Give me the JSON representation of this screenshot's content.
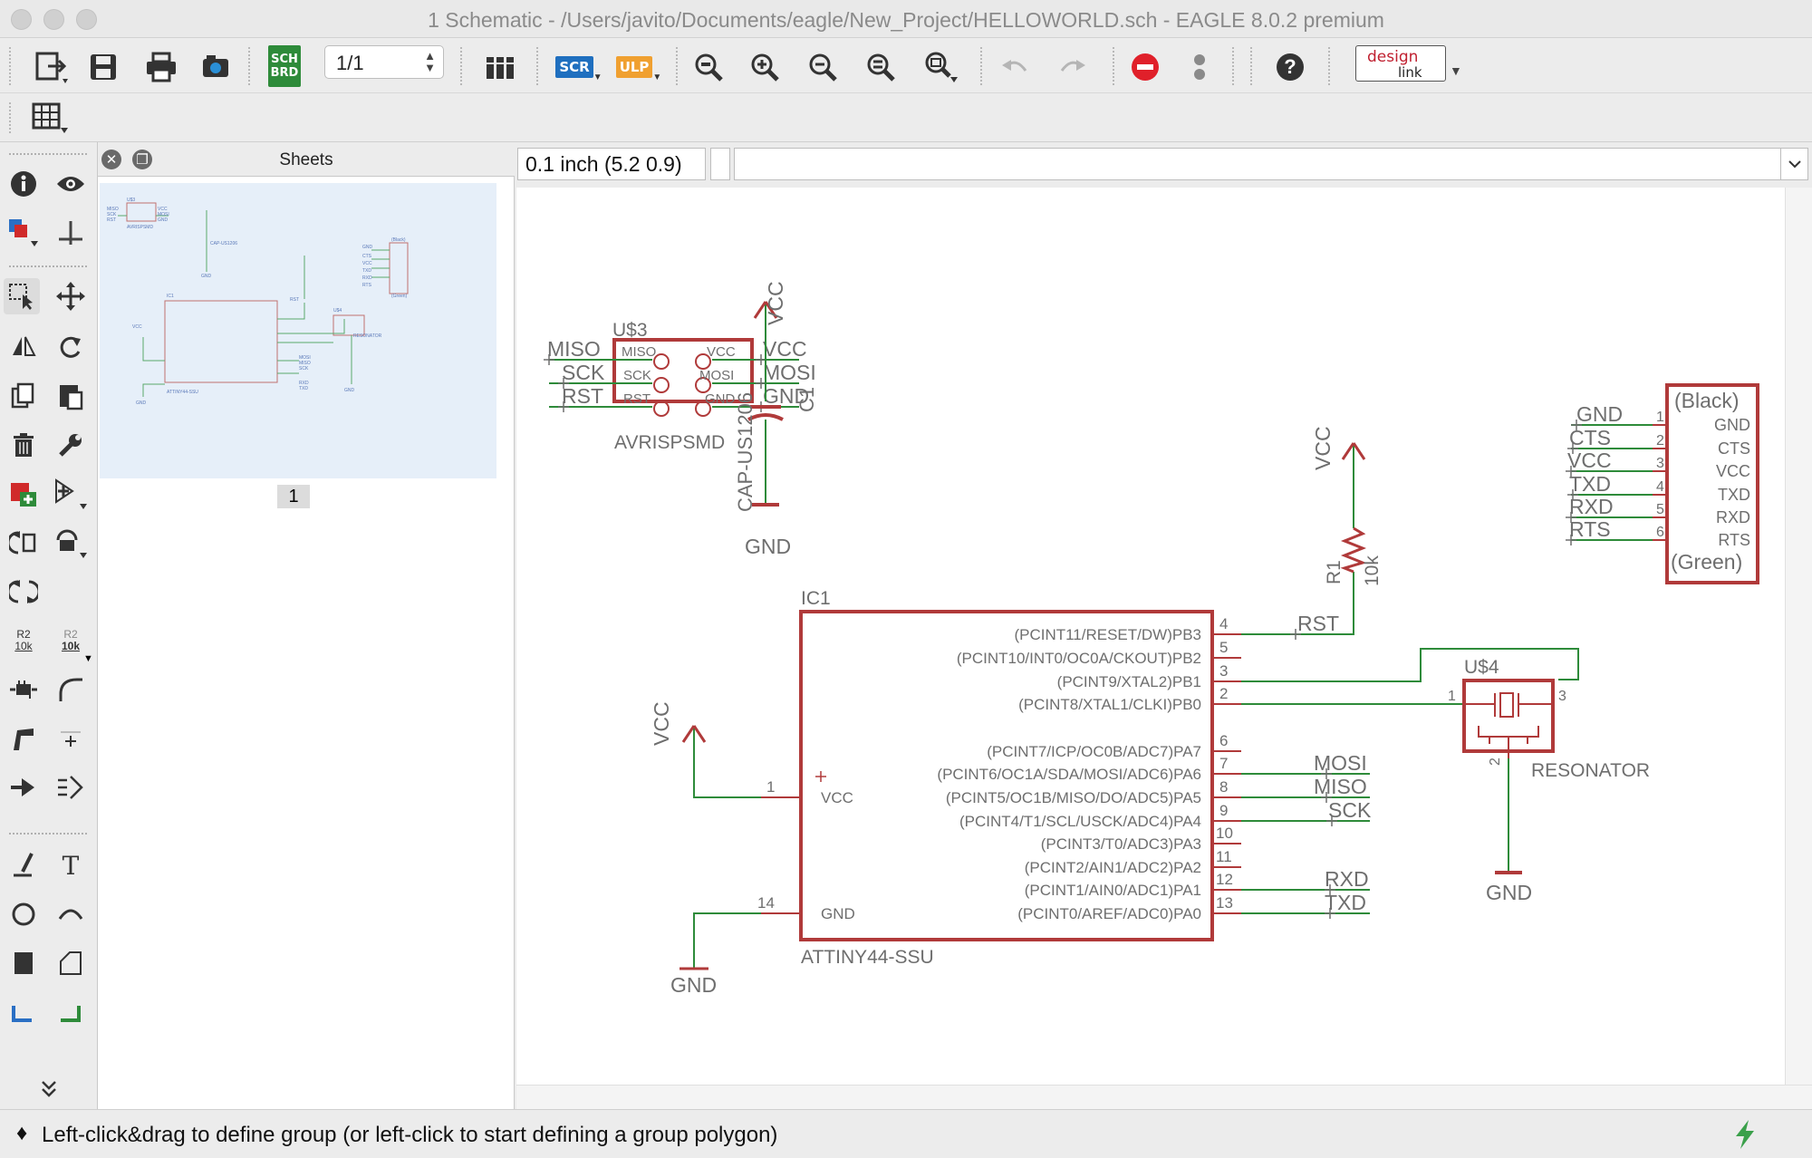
{
  "window": {
    "title": "1 Schematic - /Users/javito/Documents/eagle/New_Project/HELLOWORLD.sch - EAGLE 8.0.2 premium"
  },
  "toolbar": {
    "page_selector": "1/1",
    "sch_brd_top": "SCH",
    "sch_brd_bottom": "BRD",
    "scr_label": "SCR",
    "ulp_label": "ULP",
    "design_link_top": "design",
    "design_link_bottom": "link",
    "colors": {
      "scr": "#1f6fbf",
      "ulp": "#f0a030",
      "stop": "#e0202a",
      "sch": "#2e8b3a"
    }
  },
  "sheets_panel": {
    "title": "Sheets",
    "close_glyph": "✕",
    "restore_glyph": "❐",
    "sheet_number": "1"
  },
  "coordinate_display": "0.1 inch (5.2 0.9)",
  "command_line": "",
  "status_bar": {
    "glyph": "♦",
    "message": "Left-click&drag to define group (or left-click to start defining a group polygon)"
  },
  "left_tools": {
    "icons": [
      "info-icon",
      "eye-icon",
      "layers-icon",
      "mark-icon",
      "group-select-icon",
      "move-icon",
      "mirror-icon",
      "rotate-icon",
      "copy-icon",
      "paste-icon",
      "delete-icon",
      "change-wrench-icon",
      "add-part-icon",
      "pin-swap-icon",
      "replace-icon",
      "gate-swap-icon",
      "invoke-icon",
      "name-icon",
      "value-icon",
      "smash-icon",
      "miter-icon",
      "split-icon",
      "optimize-icon",
      "net-icon",
      "bus-icon",
      "wire-icon",
      "text-icon",
      "circle-icon",
      "arc-icon",
      "rectangle-icon",
      "polygon-icon",
      "label-icon",
      "junction-icon",
      "more-tools-icon"
    ],
    "small_labels": {
      "name_top": "R2",
      "name_bottom": "10k",
      "value_top": "R2",
      "value_bottom": "10k"
    }
  },
  "schematic": {
    "colors": {
      "symbol": "#b03a3a",
      "net": "#2e8b3a",
      "text": "#6e6e6e"
    },
    "u3": {
      "name": "U$3",
      "value": "AVRISPSMD",
      "left_pins": [
        "MISO",
        "SCK",
        "RST"
      ],
      "right_pins": [
        "VCC",
        "MOSI",
        "GND"
      ],
      "left_nets": [
        "MISO",
        "SCK",
        "RST"
      ],
      "right_nets": [
        "VCC",
        "MOSI",
        "GND"
      ]
    },
    "c1": {
      "name": "C1",
      "value": "CAP-US1206",
      "top_supply": "VCC",
      "bottom_supply": "GND"
    },
    "r1": {
      "name": "R1",
      "value": "10k",
      "supply": "VCC",
      "net": "RST"
    },
    "connector": {
      "top_label": "(Black)",
      "bottom_label": "(Green)",
      "nets": [
        "GND",
        "CTS",
        "VCC",
        "TXD",
        "RXD",
        "RTS"
      ],
      "pin_numbers": [
        "1",
        "2",
        "3",
        "4",
        "5",
        "6"
      ],
      "pin_names": [
        "GND",
        "CTS",
        "VCC",
        "TXD",
        "RXD",
        "RTS"
      ]
    },
    "ic1": {
      "name": "IC1",
      "value": "ATTINY44-SSU",
      "vcc_pin": "VCC",
      "gnd_pin": "GND",
      "vcc_num": "1",
      "gnd_num": "14",
      "vcc_supply": "VCC",
      "gnd_supply": "GND",
      "right_pins": [
        {
          "num": "4",
          "label": "(PCINT11/RESET/DW)PB3"
        },
        {
          "num": "5",
          "label": "(PCINT10/INT0/OC0A/CKOUT)PB2"
        },
        {
          "num": "3",
          "label": "(PCINT9/XTAL2)PB1"
        },
        {
          "num": "2",
          "label": "(PCINT8/XTAL1/CLKI)PB0"
        },
        {
          "num": "6",
          "label": "(PCINT7/ICP/OC0B/ADC7)PA7"
        },
        {
          "num": "7",
          "label": "(PCINT6/OC1A/SDA/MOSI/ADC6)PA6"
        },
        {
          "num": "8",
          "label": "(PCINT5/OC1B/MISO/DO/ADC5)PA5"
        },
        {
          "num": "9",
          "label": "(PCINT4/T1/SCL/USCK/ADC4)PA4"
        },
        {
          "num": "10",
          "label": "(PCINT3/T0/ADC3)PA3"
        },
        {
          "num": "11",
          "label": "(PCINT2/AIN1/ADC2)PA2"
        },
        {
          "num": "12",
          "label": "(PCINT1/AIN0/ADC1)PA1"
        },
        {
          "num": "13",
          "label": "(PCINT0/AREF/ADC0)PA0"
        }
      ],
      "net_labels": {
        "rst": "RST",
        "mosi": "MOSI",
        "miso": "MISO",
        "sck": "SCK",
        "rxd": "RXD",
        "txd": "TXD"
      }
    },
    "u4": {
      "name": "U$4",
      "value": "RESONATOR",
      "pin1": "1",
      "pin2": "2",
      "pin3": "3",
      "gnd_supply": "GND"
    }
  }
}
